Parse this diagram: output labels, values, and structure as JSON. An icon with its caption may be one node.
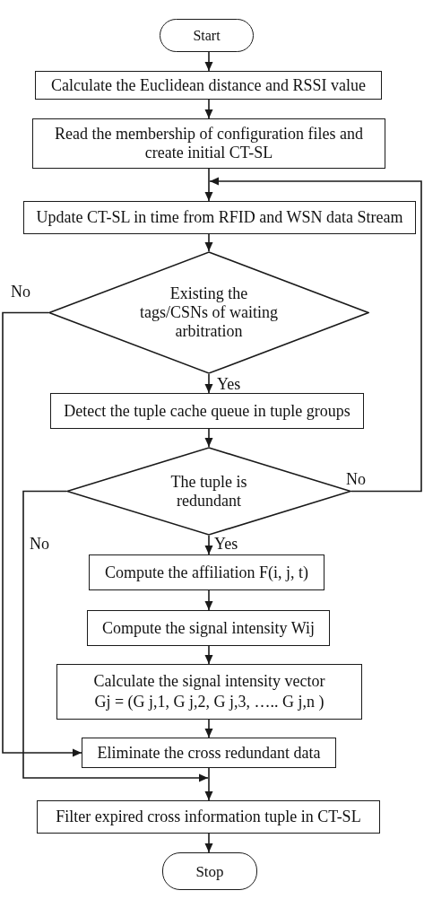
{
  "diagram": {
    "nodes": [
      {
        "text": [
          "Start"
        ]
      },
      {
        "text": [
          "Calculate the Euclidean distance and RSSI value"
        ]
      },
      {
        "text": [
          "Read the membership of configuration files and create initial CT-SL"
        ]
      },
      {
        "text": [
          "Update CT-SL in time from RFID and WSN data Stream"
        ]
      },
      {
        "text": [
          "Existing the tags/CSNs of waiting arbitration"
        ]
      },
      {
        "text": [
          "Detect the tuple cache queue in tuple groups"
        ]
      },
      {
        "text": [
          "The tuple is redundant"
        ]
      },
      {
        "text": [
          "Compute the affiliation F(i, j, t)"
        ]
      },
      {
        "text": [
          "Compute the signal intensity Wij"
        ]
      },
      {
        "text": [
          "Calculate the signal intensity vector",
          "Gj = (G j,1, G j,2, G j,3, ….. G j,n )"
        ]
      },
      {
        "text": [
          "Eliminate the cross redundant data"
        ]
      },
      {
        "text": [
          "Filter expired cross information tuple in CT-SL"
        ]
      },
      {
        "text": [
          "Stop"
        ]
      }
    ],
    "edges": [
      {
        "from": 0,
        "to": 1,
        "arrow": "to"
      },
      {
        "from": 1,
        "to": 2,
        "arrow": "to"
      },
      {
        "from": 2,
        "to": 3,
        "arrow": "to"
      },
      {
        "from": 3,
        "to": 4,
        "arrow": "to"
      },
      {
        "from": 4,
        "to": 5,
        "arrow": "to",
        "label": "Yes"
      },
      {
        "from": 5,
        "to": 6,
        "arrow": "to"
      },
      {
        "from": 6,
        "to": 7,
        "arrow": "to",
        "label": "Yes"
      },
      {
        "from": 7,
        "to": 8,
        "arrow": "to"
      },
      {
        "from": 8,
        "to": 9,
        "arrow": "to"
      },
      {
        "from": 9,
        "to": 10,
        "arrow": "to"
      },
      {
        "from": 10,
        "to": 11,
        "arrow": "to"
      },
      {
        "from": 11,
        "to": 12,
        "arrow": "to"
      },
      {
        "from": 4,
        "to": 10,
        "arrow": "to",
        "label": "No"
      },
      {
        "from": 6,
        "to": 3,
        "arrow": "to",
        "label": "No"
      },
      {
        "from": 6,
        "to": 11,
        "arrow": "to",
        "label": "No"
      }
    ]
  }
}
